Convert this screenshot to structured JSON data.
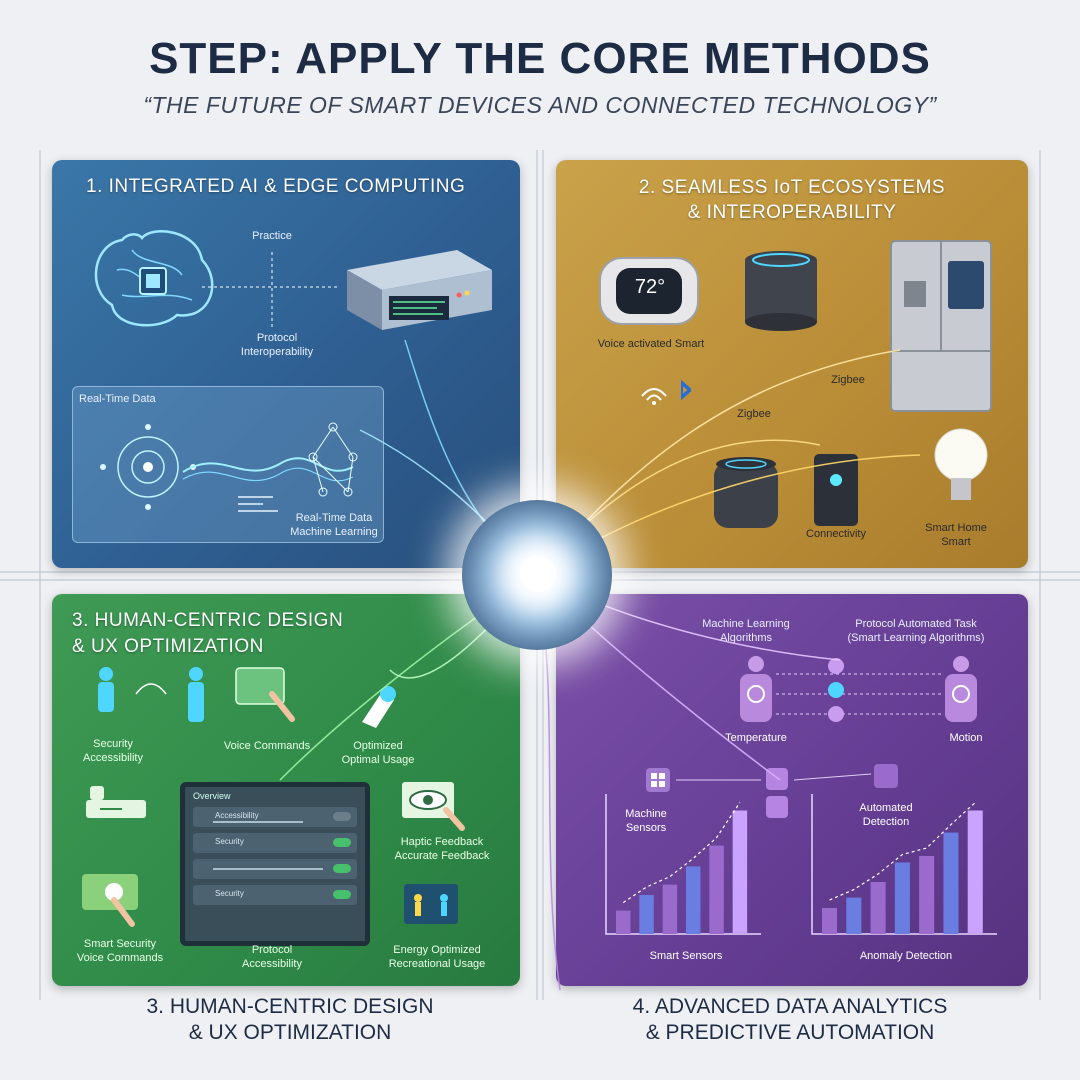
{
  "header": {
    "title": "STEP: APPLY THE CORE METHODS",
    "subtitle": "“THE FUTURE OF SMART DEVICES AND CONNECTED TECHNOLOGY”"
  },
  "panel1": {
    "title": "1. INTEGRATED AI & EDGE COMPUTING",
    "labels": {
      "practice": "Practice",
      "protocol": "Protocol\nInteroperability",
      "realtime_top": "Real-Time Data",
      "realtime_bottom": "Real-Time Data\nMachine Learning"
    }
  },
  "panel2": {
    "title": "2. SEAMLESS IoT ECOSYSTEMS\n& INTEROPERABILITY",
    "labels": {
      "thermostat": "72°",
      "voice": "Voice activated Smart",
      "zigbee_right": "Zigbee",
      "zigbee_mid": "Zigbee",
      "connect": "Connectivity",
      "smart": "Smart Home\nSmart"
    }
  },
  "panel3": {
    "title": "3. HUMAN-CENTRIC DESIGN\n& UX OPTIMIZATION",
    "labels": {
      "security": "Security\nAccessibility",
      "voice": "Voice Commands",
      "optimized": "Optimized\nOptimal Usage",
      "haptic": "Haptic Feedback\nAccurate Feedback",
      "smart_security": "Smart Security\nVoice Commands",
      "protocol": "Protocol\nAccessibility",
      "energy": "Energy Optimized\nRecreational Usage"
    },
    "screen": {
      "header": "Overview",
      "rows": [
        "Accessibility",
        "Security",
        "",
        "Security"
      ]
    }
  },
  "panel4": {
    "labels": {
      "ml": "Machine Learning\nAlgorithms",
      "protocol": "Protocol Automated Task\n(Smart Learning Algorithms)",
      "temperature": "Temperature",
      "motion": "Motion",
      "sensors": "Machine\nSensors",
      "automated": "Automated\nDetection",
      "smart_sensors": "Smart Sensors",
      "anomaly": "Anomaly Detection"
    },
    "chart_left": [
      18,
      30,
      38,
      52,
      68,
      95
    ],
    "chart_right": [
      20,
      28,
      40,
      55,
      60,
      78,
      95
    ]
  },
  "footer": {
    "left": "3. HUMAN-CENTRIC DESIGN\n& UX OPTIMIZATION",
    "right": "4. ADVANCED DATA ANALYTICS\n& PREDICTIVE AUTOMATION"
  },
  "colors": {
    "ai": "#3a77a8",
    "iot": "#c9a24a",
    "ux": "#3f9a55",
    "analytics": "#7a4fa8"
  }
}
